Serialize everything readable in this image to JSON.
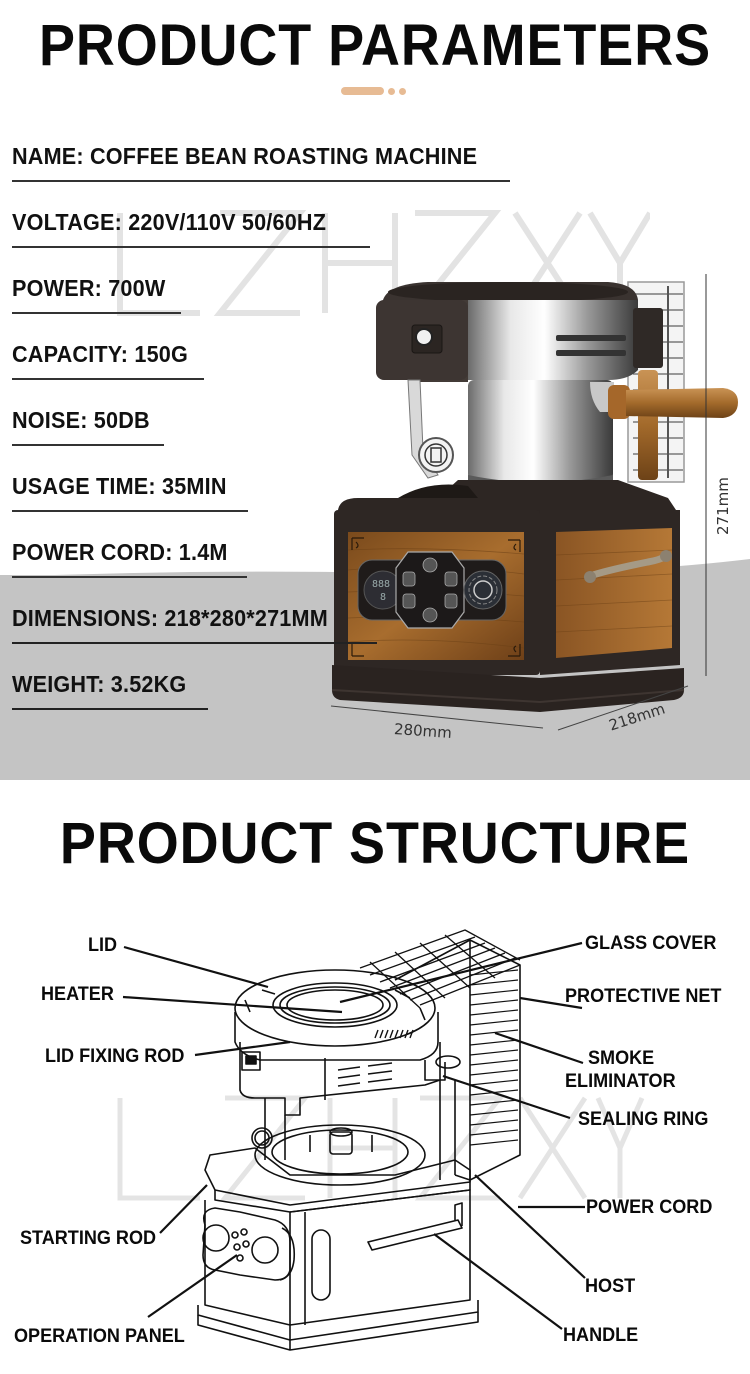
{
  "parameters_section": {
    "title": "PRODUCT PARAMETERS",
    "accent_color": "#e7bb94",
    "params": [
      {
        "label": "NAME",
        "value": "COFFEE BEAN ROASTING MACHINE",
        "text": "NAME: COFFEE BEAN ROASTING MACHINE"
      },
      {
        "label": "VOLTAGE",
        "value": "220V/110V 50/60HZ",
        "text": "VOLTAGE: 220V/110V 50/60HZ"
      },
      {
        "label": "POWER",
        "value": "700W",
        "text": "POWER: 700W"
      },
      {
        "label": "CAPACITY",
        "value": "150G",
        "text": "CAPACITY: 150G"
      },
      {
        "label": "NOISE",
        "value": "50DB",
        "text": "NOISE: 50DB"
      },
      {
        "label": "USAGE TIME",
        "value": "35MIN",
        "text": "USAGE TIME: 35MIN"
      },
      {
        "label": "POWER CORD",
        "value": "1.4M",
        "text": "POWER CORD: 1.4M"
      },
      {
        "label": "DIMENSIONS",
        "value": "218*280*271MM",
        "text": "DIMENSIONS: 218*280*271MM"
      },
      {
        "label": "WEIGHT",
        "value": "3.52KG",
        "text": "WEIGHT: 3.52KG"
      }
    ],
    "dimensions": {
      "width": "280mm",
      "depth": "218mm",
      "height": "271mm"
    },
    "watermark": "LZHZXY",
    "background_gray": "#c4c4c4"
  },
  "structure_section": {
    "title": "PRODUCT STRUCTURE",
    "labels_left": [
      {
        "id": "lid",
        "text": "LID"
      },
      {
        "id": "heater",
        "text": "HEATER"
      },
      {
        "id": "lid-fixing-rod",
        "text": "LID FIXING ROD"
      },
      {
        "id": "starting-rod",
        "text": "STARTING ROD"
      },
      {
        "id": "operation-panel",
        "text": "OPERATION PANEL"
      }
    ],
    "labels_right": [
      {
        "id": "glass-cover",
        "text": "GLASS COVER"
      },
      {
        "id": "protective-net",
        "text": "PROTECTIVE NET"
      },
      {
        "id": "smoke-eliminator",
        "text": "SMOKE ELIMINATOR",
        "line1": "SMOKE",
        "line2": "ELIMINATOR"
      },
      {
        "id": "sealing-ring",
        "text": "SEALING RING"
      },
      {
        "id": "power-cord",
        "text": "POWER CORD"
      },
      {
        "id": "host",
        "text": "HOST"
      },
      {
        "id": "handle",
        "text": "HANDLE"
      }
    ],
    "watermark": "LZHZXY"
  }
}
